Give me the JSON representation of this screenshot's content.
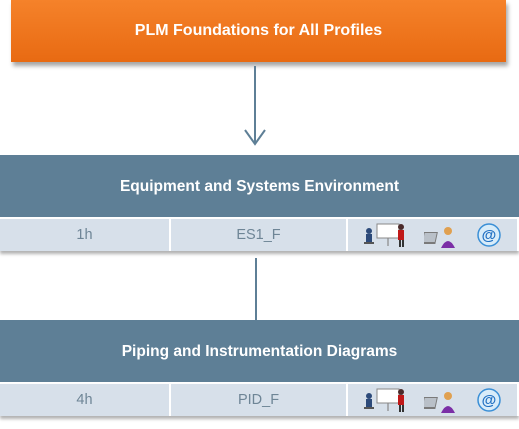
{
  "top": {
    "title": "PLM Foundations for All Profiles",
    "color": "#ef7a22"
  },
  "modules": [
    {
      "title": "Equipment and Systems Environment",
      "duration": "1h",
      "code": "ES1_F",
      "icons": [
        "classroom-icon",
        "self-paced-icon",
        "online-at-icon"
      ]
    },
    {
      "title": "Piping and Instrumentation Diagrams",
      "duration": "4h",
      "code": "PID_F",
      "icons": [
        "classroom-icon",
        "self-paced-icon",
        "online-at-icon"
      ]
    }
  ],
  "colors": {
    "header": "#5e7f96",
    "row": "#d7e0ea",
    "row_text": "#6e8596"
  }
}
